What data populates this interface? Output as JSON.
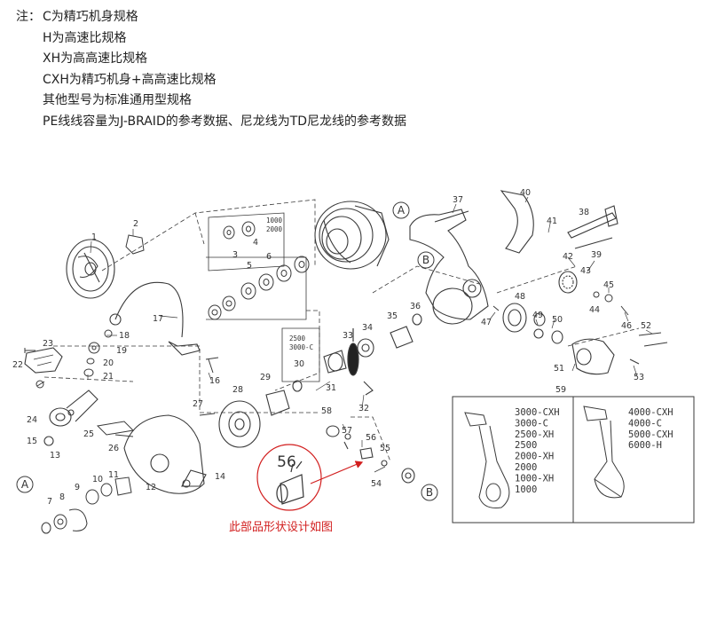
{
  "notes": {
    "label": "注：",
    "lines": [
      "C为精巧机身规格",
      "H为高速比规格",
      "XH为高高速比规格",
      "CXH为精巧机身+高高速比规格",
      "其他型号为标准通用型规格",
      "PE线线容量为J-BRAID的参考数据、尼龙线为TD尼龙线的参考数据"
    ]
  },
  "callout": {
    "number": "56",
    "caption": "此部品形状设计如图"
  },
  "spool_labels": {
    "top": [
      "1000",
      "2000"
    ],
    "mid": [
      "2500",
      "3000-C"
    ]
  },
  "markers": {
    "A": "A",
    "B": "B"
  },
  "handle_box": {
    "left_models": [
      "3000-CXH",
      "3000-C",
      "2500-XH",
      "2500",
      "2000-XH",
      "2000",
      "1000-XH",
      "1000"
    ],
    "right_models": [
      "4000-CXH",
      "4000-C",
      "5000-CXH",
      "6000-H"
    ]
  },
  "parts": [
    "1",
    "2",
    "3",
    "4",
    "5",
    "6",
    "7",
    "8",
    "9",
    "10",
    "11",
    "12",
    "13",
    "14",
    "15",
    "16",
    "17",
    "18",
    "19",
    "20",
    "21",
    "22",
    "23",
    "24",
    "25",
    "26",
    "27",
    "28",
    "29",
    "30",
    "31",
    "32",
    "33",
    "34",
    "35",
    "36",
    "37",
    "38",
    "39",
    "40",
    "41",
    "42",
    "43",
    "44",
    "45",
    "46",
    "47",
    "48",
    "49",
    "50",
    "51",
    "52",
    "53",
    "54",
    "55",
    "56",
    "57",
    "58",
    "59"
  ],
  "colors": {
    "line": "#3a3a3a",
    "accent": "#d21f1f",
    "text": "#222222"
  }
}
